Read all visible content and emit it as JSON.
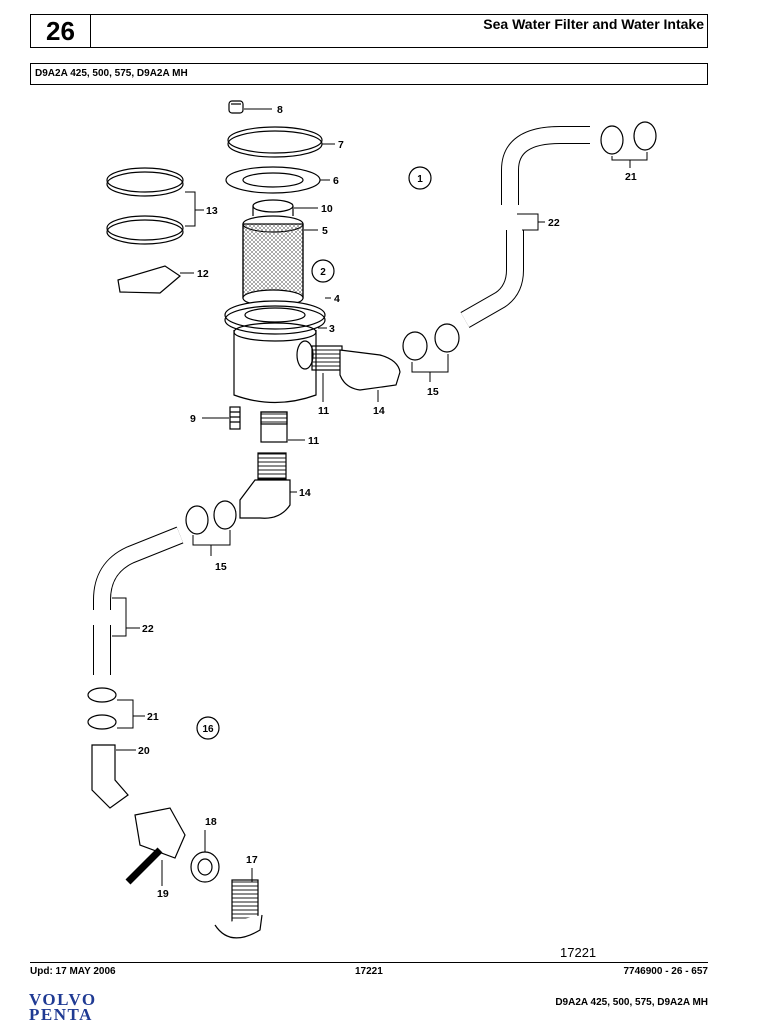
{
  "header": {
    "section_number": "26",
    "title": "Sea Water Filter and Water Intake",
    "models": "D9A2A 425, 500, 575, D9A2A MH"
  },
  "diagram": {
    "drawing_number": "17221",
    "part_labels": [
      "8",
      "7",
      "6",
      "10",
      "5",
      "4",
      "3",
      "13",
      "12",
      "11",
      "14",
      "15",
      "9",
      "11",
      "14",
      "15",
      "21",
      "22",
      "22",
      "21",
      "20",
      "18",
      "17",
      "19"
    ],
    "group_markers": [
      "1",
      "2",
      "16"
    ]
  },
  "footer": {
    "updated": "Upd: 17 MAY 2006",
    "center_number": "17221",
    "part_number": "7746900 - 26 - 657",
    "models": "D9A2A 425, 500, 575, D9A2A MH",
    "brand_line1": "VOLVO",
    "brand_line2": "PENTA"
  },
  "colors": {
    "ink": "#000000",
    "brand": "#1f3a93"
  }
}
